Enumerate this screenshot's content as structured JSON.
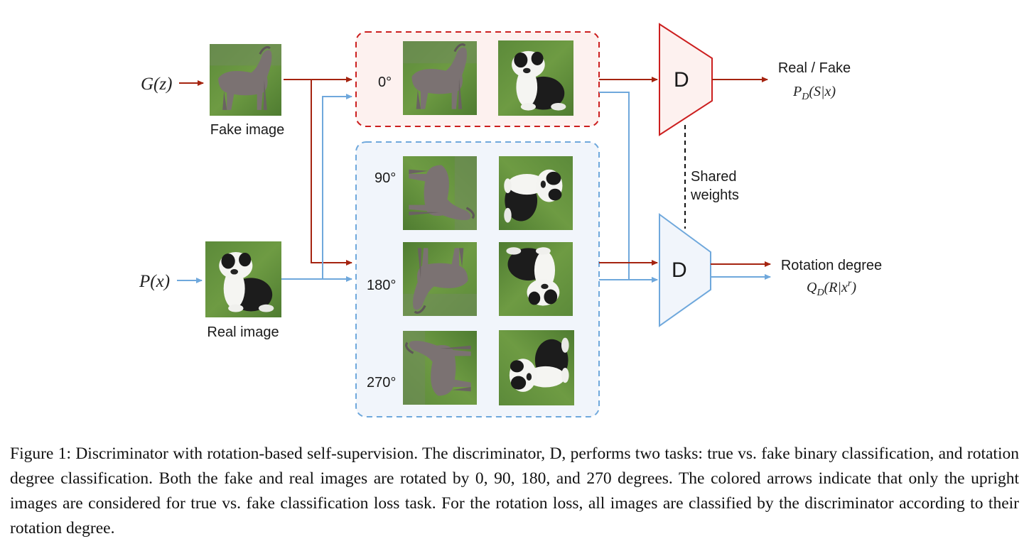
{
  "figure": {
    "inputs": {
      "generator": "G(z)",
      "real": "P(x)"
    },
    "fake_image_label": "Fake image",
    "real_image_label": "Real image",
    "rotations": [
      "0°",
      "90°",
      "180°",
      "270°"
    ],
    "discriminator_label": "D",
    "shared_weights": [
      "Shared",
      "weights"
    ],
    "outputs": {
      "real_fake_title": "Real / Fake",
      "real_fake_formula": "P_D(S|x)",
      "rotation_title": "Rotation degree",
      "rotation_formula": "Q_D(R|x^r)"
    },
    "colors": {
      "red_arrow": "#a52410",
      "blue_arrow": "#6fa8dc",
      "red_box_border": "#cc1f1f",
      "red_box_fill": "#fdf1ef",
      "blue_box_border": "#6fa8dc",
      "blue_box_fill": "#f1f5fb"
    }
  },
  "caption": {
    "prefix": "Figure 1: ",
    "text": "Discriminator with rotation-based self-supervision. The discriminator, D, performs two tasks: true vs. fake binary classification, and rotation degree classification. Both the fake and real images are rotated by 0, 90, 180, and 270 degrees. The colored arrows indicate that only the upright images are considered for true vs. fake classification loss task. For the rotation loss, all images are classified by the discriminator according to their rotation degree."
  }
}
